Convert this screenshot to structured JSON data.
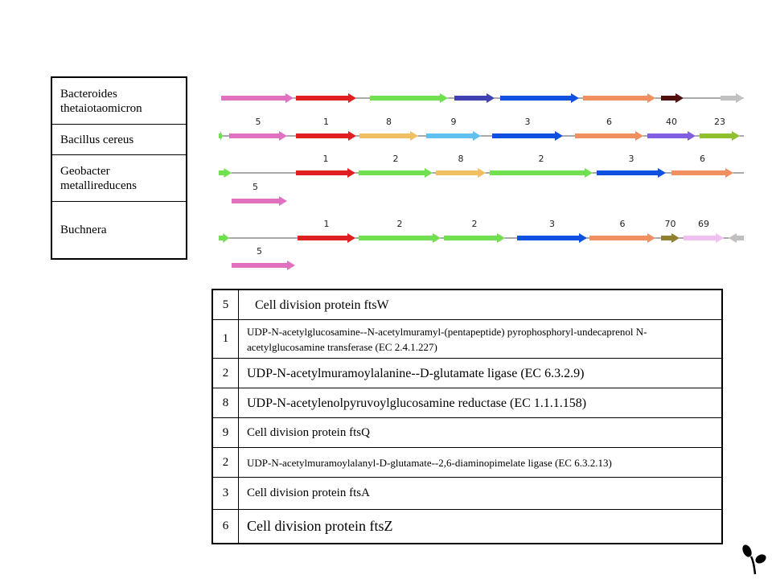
{
  "organisms": [
    {
      "name": "Bacteroides thetaiotaomicron"
    },
    {
      "name": "Bacillus cereus"
    },
    {
      "name": "Geobacter metallireducens"
    },
    {
      "name": "Buchnera"
    }
  ],
  "gene_map": {
    "tracks": [
      {
        "organism": "Bacteroides thetaiotaomicron",
        "genes": [
          {
            "label": "",
            "color": "#e070c0"
          },
          {
            "label": "",
            "color": "#e02020"
          },
          {
            "label": "",
            "color": "#70e050"
          },
          {
            "label": "",
            "color": "#4040b0"
          },
          {
            "label": "",
            "color": "#1050e0"
          },
          {
            "label": "",
            "color": "#f09060"
          },
          {
            "label": "",
            "color": "#501010"
          },
          {
            "label": "",
            "color": "#c0c0c0"
          }
        ]
      },
      {
        "organism": "Bacillus cereus",
        "genes": [
          {
            "label": "",
            "color": "#70e050"
          },
          {
            "label": "5",
            "color": "#e070c0"
          },
          {
            "label": "1",
            "color": "#e02020"
          },
          {
            "label": "8",
            "color": "#f0c060"
          },
          {
            "label": "9",
            "color": "#60c0f0"
          },
          {
            "label": "3",
            "color": "#1050e0"
          },
          {
            "label": "6",
            "color": "#f09060"
          },
          {
            "label": "40",
            "color": "#8060e0"
          },
          {
            "label": "23",
            "color": "#90c030"
          }
        ]
      },
      {
        "organism": "Geobacter metallireducens",
        "genes": [
          {
            "label": "",
            "color": "#70e050"
          },
          {
            "label": "1",
            "color": "#e02020"
          },
          {
            "label": "2",
            "color": "#70e050"
          },
          {
            "label": "8",
            "color": "#f0c060"
          },
          {
            "label": "2",
            "color": "#70e050"
          },
          {
            "label": "3",
            "color": "#1050e0"
          },
          {
            "label": "6",
            "color": "#f09060"
          },
          {
            "label": "5",
            "color": "#e070c0"
          }
        ]
      },
      {
        "organism": "Buchnera",
        "genes": [
          {
            "label": "",
            "color": "#70e050"
          },
          {
            "label": "1",
            "color": "#e02020"
          },
          {
            "label": "2",
            "color": "#70e050"
          },
          {
            "label": "2",
            "color": "#70e050"
          },
          {
            "label": "3",
            "color": "#1050e0"
          },
          {
            "label": "6",
            "color": "#f09060"
          },
          {
            "label": "70",
            "color": "#908030"
          },
          {
            "label": "69",
            "color": "#f0c0f0"
          },
          {
            "label": "",
            "color": "#c0c0c0"
          },
          {
            "label": "5",
            "color": "#e070c0"
          }
        ]
      }
    ]
  },
  "legend": [
    {
      "num": "5",
      "desc": "Cell division protein ftsW"
    },
    {
      "num": "1",
      "desc": "UDP-N-acetylglucosamine--N-acetylmuramyl-(pentapeptide) pyrophosphoryl-undecaprenol N-acetylglucosamine transferase (EC 2.4.1.227)"
    },
    {
      "num": "2",
      "desc": "UDP-N-acetylmuramoylalanine--D-glutamate ligase (EC 6.3.2.9)"
    },
    {
      "num": "8",
      "desc": "UDP-N-acetylenolpyruvoylglucosamine reductase (EC 1.1.1.158)"
    },
    {
      "num": "9",
      "desc": "Cell division protein ftsQ"
    },
    {
      "num": "2",
      "desc": "UDP-N-acetylmuramoylalanyl-D-glutamate--2,6-diaminopimelate ligase (EC 6.3.2.13)"
    },
    {
      "num": "3",
      "desc": "Cell division protein ftsA"
    },
    {
      "num": "6",
      "desc": "Cell division protein ftsZ"
    }
  ],
  "logo": {
    "icon": "sprout-icon"
  }
}
